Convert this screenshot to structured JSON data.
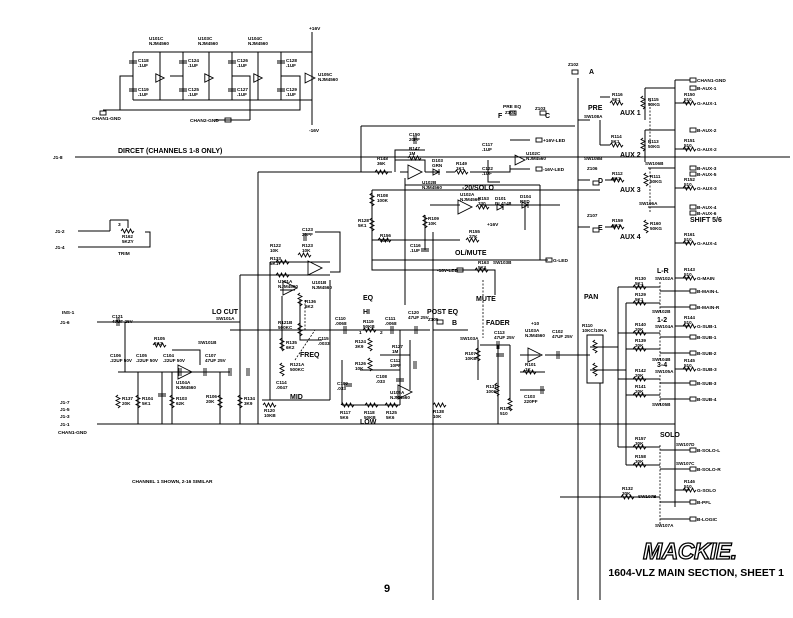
{
  "footer": {
    "logo": "MACKIE.",
    "sheet_title": "1604-VLZ MAIN SECTION, SHEET 1",
    "page_number": "9",
    "note": "CHANNEL 1 SHOWN, 2-16 SIMILAR"
  },
  "labels": {
    "direct": "DIRCET (CHANNELS 1-8 ONLY)",
    "trim": "TRIM",
    "lo_cut": "LO CUT",
    "freq": "FREQ",
    "mid": "MID",
    "eq": "EQ",
    "hi": "HI",
    "low": "LOW",
    "post_eq": "POST EQ",
    "pre_eq": "PRE EQ",
    "fader": "FADER",
    "fader_gain": "+10",
    "mute": "MUTE",
    "pan": "PAN",
    "solo_meter": "-20/SOLO",
    "ol_mute": "OL/MUTE",
    "pre": "PRE",
    "aux1": "AUX 1",
    "aux2": "AUX 2",
    "aux3": "AUX 3",
    "aux4": "AUX 4",
    "shift": "SHIFT 5/6",
    "lr": "L-R",
    "sub12": "1-2",
    "sub34": "3-4",
    "solo": "SOLO",
    "pt_a": "A",
    "pt_b": "B",
    "pt_c": "C",
    "pt_d": "D",
    "pt_e": "E",
    "pt_f": "F",
    "pin1": "1",
    "pin2": "2",
    "pin3": "3"
  },
  "nets": {
    "j1_8": "J1-8",
    "j1_2": "J1-2",
    "j1_4": "J1-4",
    "j1_6": "J1-6",
    "ins1": "INS-1",
    "j1_7": "J1-7",
    "j1_5": "J1-5",
    "j1_3": "J1-3",
    "j1_1": "J1-1",
    "chan1_gnd": "CHAN1-GND",
    "chan2_gnd": "CHAN2-GND",
    "chan1_gnd_r": "CHAN1-GND",
    "p16v": "+16V",
    "n16v": "-16V",
    "p16v_b": "+16V",
    "p16v_led": "+16V-LED",
    "n16v_led": "-16V-LED",
    "n16v_led2": "-16V-LED",
    "g_led": "G-LED",
    "b_aux1": "B-AUX-1",
    "g_aux1": "G-AUX-1",
    "b_aux2": "B-AUX-2",
    "g_aux2": "G-AUX-2",
    "b_aux3": "B-AUX-3",
    "b_aux5": "B-AUX-5",
    "g_aux3": "G-AUX-3",
    "b_aux4": "B-AUX-4",
    "b_aux6": "B-AUX-6",
    "g_aux4": "G-AUX-4",
    "g_main": "G-MAIN",
    "b_main_l": "B-MAIN-L",
    "b_main_r": "B-MAIN-R",
    "g_sub1": "G-SUB-1",
    "b_sub1": "B-SUB-1",
    "b_sub2": "B-SUB-2",
    "g_sub3": "G-SUB-3",
    "b_sub3": "B-SUB-3",
    "b_sub4": "B-SUB-4",
    "b_solo_l": "B-SOLO-L",
    "b_solo_r": "B-SOLO-R",
    "g_solo": "G-SOLO",
    "b_pfl": "B-PFL",
    "b_logic": "B-LOGIC"
  },
  "components": {
    "U101C": {
      "ref": "U101C",
      "value": "NJM4560"
    },
    "U103C": {
      "ref": "U103C",
      "value": "NJM4560"
    },
    "U104C": {
      "ref": "U104C",
      "value": "NJM4560"
    },
    "U105C": {
      "ref": "U105C",
      "value": "NJM4560"
    },
    "C118": {
      "ref": "C118",
      "value": ".1UF"
    },
    "C119": {
      "ref": "C119",
      "value": ".1UF"
    },
    "C124": {
      "ref": "C124",
      "value": ".1UF"
    },
    "C125": {
      "ref": "C125",
      "value": ".1UF"
    },
    "C126": {
      "ref": "C126",
      "value": ".1UF"
    },
    "C127": {
      "ref": "C127",
      "value": ".1UF"
    },
    "C128": {
      "ref": "C128",
      "value": ".1UF"
    },
    "C129": {
      "ref": "C129",
      "value": ".1UF"
    },
    "R162": {
      "ref": "R162",
      "value": "5KZY"
    },
    "C121": {
      "ref": "C121",
      "value": "47UF 25V"
    },
    "C106": {
      "ref": "C106",
      "value": ".22UF 50V"
    },
    "C105": {
      "ref": "C105",
      "value": ".22UF 50V"
    },
    "C104": {
      "ref": "C104",
      "value": ".22UF 50V"
    },
    "R105": {
      "ref": "R105",
      "value": "1K3"
    },
    "U104A": {
      "ref": "U104A",
      "value": "NJM4560"
    },
    "C107": {
      "ref": "C107",
      "value": "47UF 25V"
    },
    "R137": {
      "ref": "R137",
      "value": "20K"
    },
    "R104": {
      "ref": "R104",
      "value": "5K1"
    },
    "R103": {
      "ref": "R103",
      "value": "62K"
    },
    "R106": {
      "ref": "R106",
      "value": "20K"
    },
    "R134": {
      "ref": "R134",
      "value": "3K9"
    },
    "SW101A": {
      "ref": "SW101A",
      "value": ""
    },
    "SW101B": {
      "ref": "SW101B",
      "value": ""
    },
    "R122": {
      "ref": "R122",
      "value": "10K"
    },
    "C123": {
      "ref": "C123",
      "value": "20PF"
    },
    "R123": {
      "ref": "R123",
      "value": "10K"
    },
    "R133": {
      "ref": "R133",
      "value": "5K1"
    },
    "U101B": {
      "ref": "U101B",
      "value": "NJM4560"
    },
    "U101A": {
      "ref": "U101A",
      "value": "NJM4560"
    },
    "R136": {
      "ref": "R136",
      "value": "6K2"
    },
    "R121B": {
      "ref": "R121B",
      "value": "500KC"
    },
    "C115": {
      "ref": "C115",
      "value": ".0033"
    },
    "R135": {
      "ref": "R135",
      "value": "6K2"
    },
    "R121A": {
      "ref": "R121A",
      "value": "500KC"
    },
    "C114": {
      "ref": "C114",
      "value": ".0047"
    },
    "R120": {
      "ref": "R120",
      "value": "10KB"
    },
    "C110": {
      "ref": "C110",
      "value": ".0068"
    },
    "R119": {
      "ref": "R119",
      "value": "50KB"
    },
    "C111": {
      "ref": "C111",
      "value": ".0068"
    },
    "C120": {
      "ref": "C120",
      "value": "47UF 25V"
    },
    "R124": {
      "ref": "R124",
      "value": "3K9"
    },
    "R126": {
      "ref": "R126",
      "value": "10K"
    },
    "R127": {
      "ref": "R127",
      "value": "1M"
    },
    "C112": {
      "ref": "C112",
      "value": "10PF"
    },
    "C108": {
      "ref": "C108",
      "value": ".033"
    },
    "C109": {
      "ref": "C109",
      "value": ".033"
    },
    "U105A": {
      "ref": "U105A",
      "value": "NJM4560"
    },
    "R117": {
      "ref": "R117",
      "value": "5K6"
    },
    "R118": {
      "ref": "R118",
      "value": "50KB"
    },
    "R125": {
      "ref": "R125",
      "value": "5K6"
    },
    "Z105": {
      "ref": "Z105",
      "value": ""
    },
    "R138": {
      "ref": "R138",
      "value": "10K"
    },
    "SW103A": {
      "ref": "SW103A",
      "value": ""
    },
    "R107": {
      "ref": "R107",
      "value": "10KB"
    },
    "C113": {
      "ref": "C113",
      "value": "47UF 25V"
    },
    "R131": {
      "ref": "R131",
      "value": "100K"
    },
    "U103A": {
      "ref": "U103A",
      "value": "NJM4560"
    },
    "R101": {
      "ref": "R101",
      "value": "1K"
    },
    "C103": {
      "ref": "C103",
      "value": "220PF"
    },
    "R102": {
      "ref": "R102",
      "value": "510"
    },
    "C102": {
      "ref": "C102",
      "value": "47UF 25V"
    },
    "Z104": {
      "ref": "Z104",
      "value": ""
    },
    "Z103": {
      "ref": "Z103",
      "value": ""
    },
    "C150": {
      "ref": "C150",
      "value": "20PF"
    },
    "R147": {
      "ref": "R147",
      "value": "1M"
    },
    "R148": {
      "ref": "R148",
      "value": "36K"
    },
    "D103": {
      "ref": "D103",
      "value": "GRN"
    },
    "U102B": {
      "ref": "U102B",
      "value": "NJM4560"
    },
    "R149": {
      "ref": "R149",
      "value": "1K1"
    },
    "C117": {
      "ref": "C117",
      "value": ".1UF"
    },
    "C122": {
      "ref": "C122",
      "value": ".1UF"
    },
    "U102C": {
      "ref": "U102C",
      "value": "NJM4560"
    },
    "R108": {
      "ref": "R108",
      "value": "100K"
    },
    "U102A": {
      "ref": "U102A",
      "value": "NJM4560"
    },
    "R153": {
      "ref": "R153",
      "value": "330"
    },
    "D101": {
      "ref": "D101",
      "value": "DL4148"
    },
    "D104": {
      "ref": "D104",
      "value": "RED"
    },
    "R128": {
      "ref": "R128",
      "value": "5K1"
    },
    "R109": {
      "ref": "R109",
      "value": "10K"
    },
    "R156": {
      "ref": "R156",
      "value": "10K"
    },
    "R155": {
      "ref": "R155",
      "value": "27K"
    },
    "C116": {
      "ref": "C116",
      "value": ".1UF"
    },
    "R163": {
      "ref": "R163",
      "value": "5K1"
    },
    "SW103B": {
      "ref": "SW103B",
      "value": ""
    },
    "Z102": {
      "ref": "Z102",
      "value": ""
    },
    "Z106": {
      "ref": "Z106",
      "value": ""
    },
    "Z107": {
      "ref": "Z107",
      "value": ""
    },
    "SW108A": {
      "ref": "SW108A",
      "value": ""
    },
    "SW108B": {
      "ref": "SW108B",
      "value": ""
    },
    "SW106B": {
      "ref": "SW106B",
      "value": ""
    },
    "SW106A": {
      "ref": "SW106A",
      "value": ""
    },
    "R116": {
      "ref": "R116",
      "value": "5K1"
    },
    "R115": {
      "ref": "R115",
      "value": "50KG"
    },
    "R150": {
      "ref": "R150",
      "value": "510"
    },
    "R114": {
      "ref": "R114",
      "value": "5K1"
    },
    "R113": {
      "ref": "R113",
      "value": "50KG"
    },
    "R151": {
      "ref": "R151",
      "value": "510"
    },
    "R112": {
      "ref": "R112",
      "value": "5K1"
    },
    "R111": {
      "ref": "R111",
      "value": "50KG"
    },
    "R152": {
      "ref": "R152",
      "value": "510"
    },
    "R159": {
      "ref": "R159",
      "value": "5K1"
    },
    "R160": {
      "ref": "R160",
      "value": "50KG"
    },
    "R161": {
      "ref": "R161",
      "value": "510"
    },
    "R110": {
      "ref": "R110",
      "value": "10KC/10KA"
    },
    "R130": {
      "ref": "R130",
      "value": "5K1"
    },
    "R129": {
      "ref": "R129",
      "value": "5K1"
    },
    "R143": {
      "ref": "R143",
      "value": "510"
    },
    "SW102A": {
      "ref": "SW102A",
      "value": ""
    },
    "SW102B": {
      "ref": "SW102B",
      "value": ""
    },
    "R140": {
      "ref": "R140",
      "value": "20K"
    },
    "R139": {
      "ref": "R139",
      "value": "20K"
    },
    "R144": {
      "ref": "R144",
      "value": "510"
    },
    "SW104A": {
      "ref": "SW104A",
      "value": ""
    },
    "SW104B": {
      "ref": "SW104B",
      "value": ""
    },
    "R142": {
      "ref": "R142",
      "value": "20K"
    },
    "R141": {
      "ref": "R141",
      "value": "20K"
    },
    "R145": {
      "ref": "R145",
      "value": "510"
    },
    "SW105A": {
      "ref": "SW105A",
      "value": ""
    },
    "SW105B": {
      "ref": "SW105B",
      "value": ""
    },
    "R157": {
      "ref": "R157",
      "value": "30K"
    },
    "R158": {
      "ref": "R158",
      "value": "30K"
    },
    "SW107D": {
      "ref": "SW107D",
      "value": ""
    },
    "SW107C": {
      "ref": "SW107C",
      "value": ""
    },
    "R146": {
      "ref": "R146",
      "value": "510"
    },
    "R132": {
      "ref": "R132",
      "value": "30K"
    },
    "SW107B": {
      "ref": "SW107B",
      "value": ""
    },
    "SW107A": {
      "ref": "SW107A",
      "value": ""
    }
  }
}
